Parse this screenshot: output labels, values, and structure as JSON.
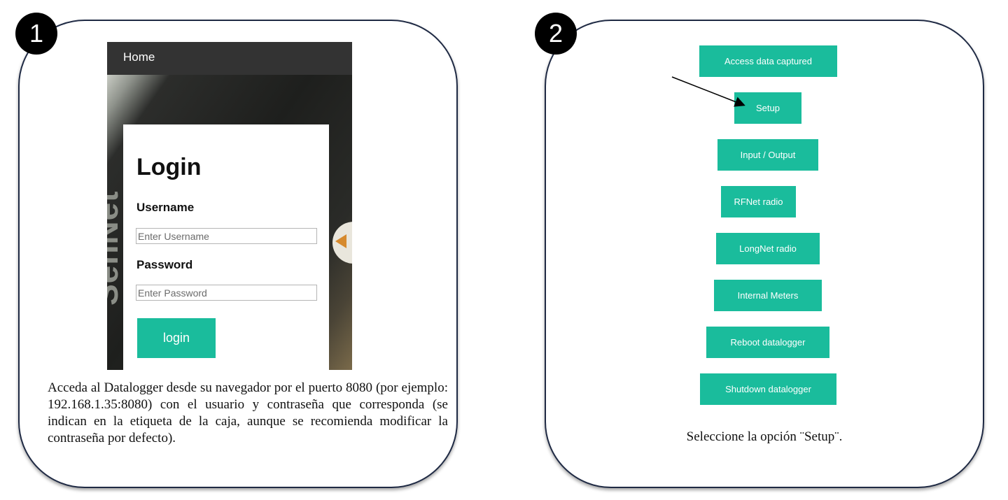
{
  "step1": {
    "badge": "1",
    "nav_home": "Home",
    "background_text": "SenNet",
    "login_title": "Login",
    "username_label": "Username",
    "username_placeholder": "Enter Username",
    "password_label": "Password",
    "password_placeholder": "Enter Password",
    "login_button": "login",
    "caption": "Acceda al Datalogger desde su navegador por el puerto 8080 (por ejemplo: 192.168.1.35:8080) con el usuario y contraseña que corresponda (se indican en la etiqueta de la caja, aunque se recomienda modificar la contraseña por defecto)."
  },
  "step2": {
    "badge": "2",
    "menu": [
      "Access data captured",
      "Setup",
      "Input / Output",
      "RFNet radio",
      "LongNet radio",
      "Internal Meters",
      "Reboot datalogger",
      "Shutdown datalogger"
    ],
    "caption": "Seleccione la opción ¨Setup¨."
  },
  "colors": {
    "accent": "#1abc9c",
    "navbar": "#333333",
    "panel_border": "#1f2a44"
  }
}
